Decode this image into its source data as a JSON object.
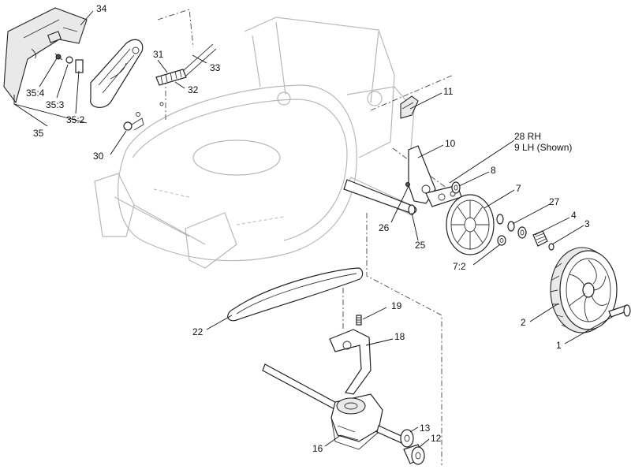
{
  "callouts": [
    {
      "id": "c34",
      "text": "34"
    },
    {
      "id": "c31",
      "text": "31"
    },
    {
      "id": "c33",
      "text": "33"
    },
    {
      "id": "c32",
      "text": "32"
    },
    {
      "id": "c35_4",
      "text": "35:4"
    },
    {
      "id": "c35_3",
      "text": "35:3"
    },
    {
      "id": "c35_2",
      "text": "35:2"
    },
    {
      "id": "c35",
      "text": "35"
    },
    {
      "id": "c30",
      "text": "30"
    },
    {
      "id": "c11",
      "text": "11"
    },
    {
      "id": "c28",
      "text": "28 RH"
    },
    {
      "id": "c9",
      "text": "9 LH (Shown)"
    },
    {
      "id": "c10",
      "text": "10"
    },
    {
      "id": "c8",
      "text": "8"
    },
    {
      "id": "c7",
      "text": "7"
    },
    {
      "id": "c27",
      "text": "27"
    },
    {
      "id": "c4",
      "text": "4"
    },
    {
      "id": "c3",
      "text": "3"
    },
    {
      "id": "c26",
      "text": "26"
    },
    {
      "id": "c25",
      "text": "25"
    },
    {
      "id": "c7_2",
      "text": "7:2"
    },
    {
      "id": "c22",
      "text": "22"
    },
    {
      "id": "c19",
      "text": "19"
    },
    {
      "id": "c18",
      "text": "18"
    },
    {
      "id": "c2",
      "text": "2"
    },
    {
      "id": "c1",
      "text": "1"
    },
    {
      "id": "c13",
      "text": "13"
    },
    {
      "id": "c12",
      "text": "12"
    },
    {
      "id": "c16",
      "text": "16"
    }
  ]
}
